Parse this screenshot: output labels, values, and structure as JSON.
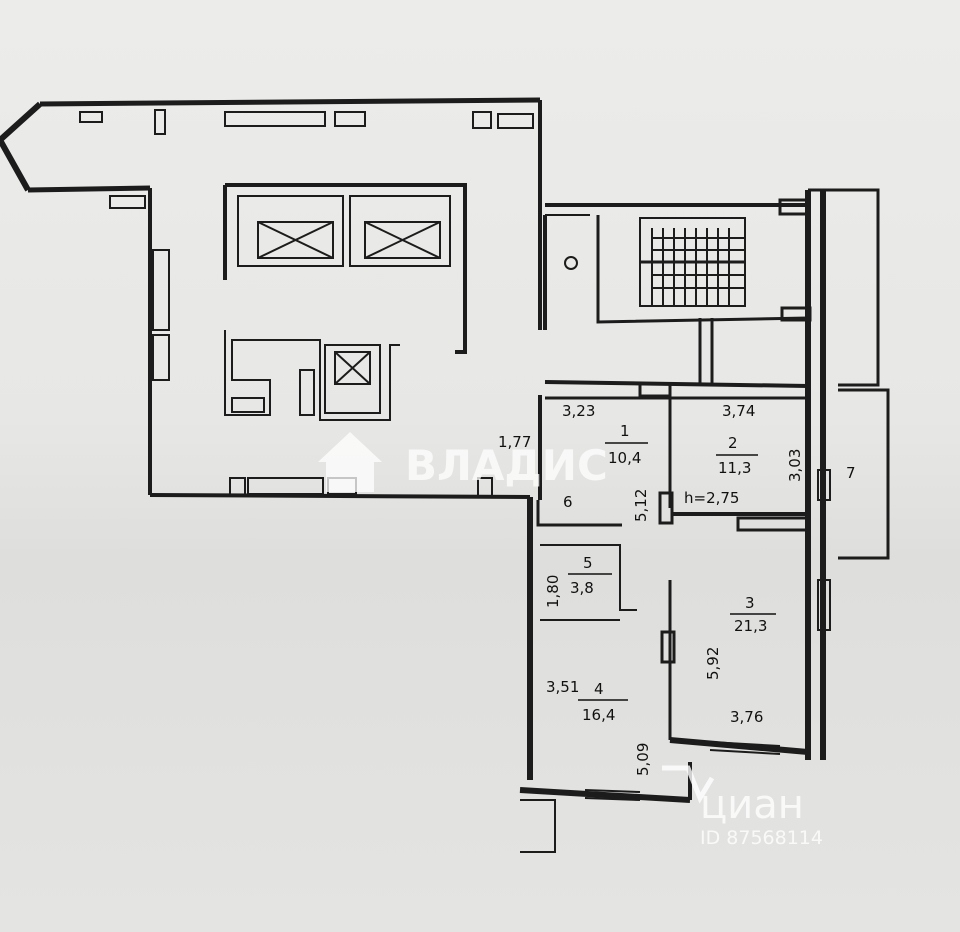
{
  "rooms": [
    {
      "number": "1",
      "area": "10,4"
    },
    {
      "number": "2",
      "area": "11,3"
    },
    {
      "number": "3",
      "area": "21,3"
    },
    {
      "number": "4",
      "area": "16,4"
    },
    {
      "number": "5",
      "area": "3,8"
    },
    {
      "number": "6"
    },
    {
      "number": "7"
    }
  ],
  "dimensions": {
    "d_323": "3,23",
    "d_374": "3,74",
    "d_303": "3,03",
    "d_177": "1,77",
    "d_512": "5,12",
    "d_height": "h=2,75",
    "d_180": "1,80",
    "d_592": "5,92",
    "d_351": "3,51",
    "d_376": "3,76",
    "d_509": "5,09"
  },
  "watermarks": {
    "vladis": "ВЛАДИС",
    "cian": "циан",
    "cian_id": "ID 87568114"
  },
  "colors": {
    "wall": "#1c1c1c",
    "paper": "#e7e7e5",
    "watermark": "#ffffff"
  }
}
